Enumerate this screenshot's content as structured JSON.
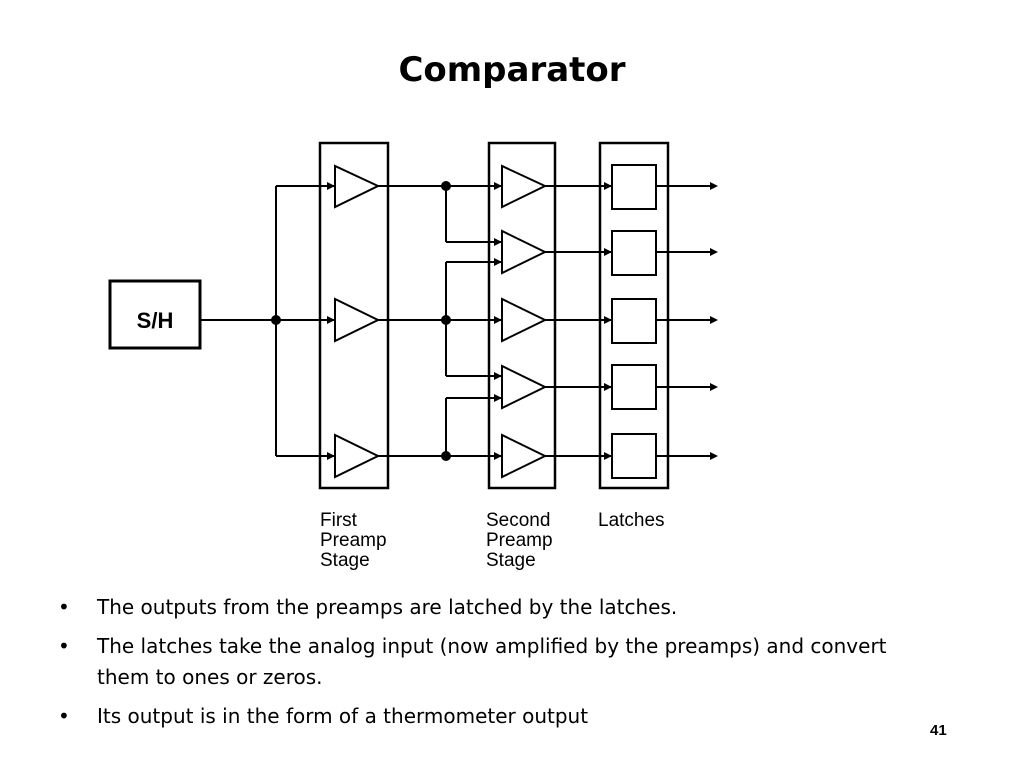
{
  "slide": {
    "title": "Comparator",
    "page_number": "41"
  },
  "diagram": {
    "sh_label": "S/H",
    "stage_labels": {
      "first": [
        "First",
        "Preamp",
        "Stage"
      ],
      "second": [
        "Second",
        "Preamp",
        "Stage"
      ],
      "latches": [
        "Latches"
      ]
    }
  },
  "bullets": [
    {
      "marker": "•",
      "text": "The outputs from the preamps are latched by the latches."
    },
    {
      "marker": "•",
      "text": "The latches take the analog input (now amplified by the preamps) and convert them to ones or zeros."
    },
    {
      "marker": "•",
      "text": "Its output is in the form of a thermometer output"
    }
  ]
}
